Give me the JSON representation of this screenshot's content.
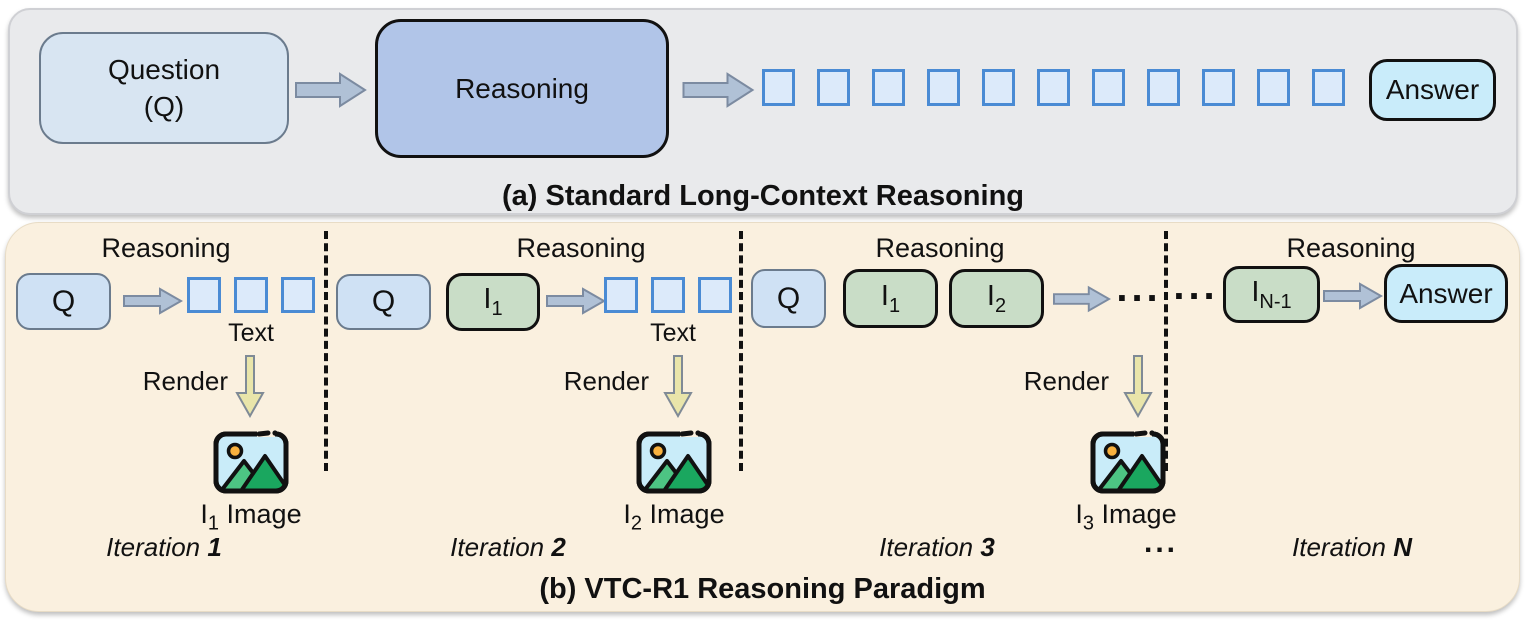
{
  "panel_a": {
    "caption": "(a) Standard Long-Context Reasoning",
    "question_box": {
      "line1": "Question",
      "line2": "(Q)"
    },
    "reasoning_box": {
      "label": "Reasoning"
    },
    "answer_box": {
      "label": "Answer"
    },
    "token_squares": {
      "count": 11
    }
  },
  "panel_b": {
    "caption": "(b) VTC-R1 Reasoning Paradigm",
    "iterations": [
      {
        "reasoning_label": "Reasoning",
        "q_label": "Q",
        "token_squares": {
          "count": 3
        },
        "text_label": "Text",
        "render_label": "Render",
        "image_caption": {
          "base": "I",
          "sub": "1",
          "word": "Image"
        },
        "iteration_label": {
          "word": "Iteration",
          "num": "1"
        }
      },
      {
        "reasoning_label": "Reasoning",
        "q_label": "Q",
        "context_boxes": [
          {
            "base": "I",
            "sub": "1"
          }
        ],
        "token_squares": {
          "count": 3
        },
        "text_label": "Text",
        "render_label": "Render",
        "image_caption": {
          "base": "I",
          "sub": "2",
          "word": "Image"
        },
        "iteration_label": {
          "word": "Iteration",
          "num": "2"
        }
      },
      {
        "reasoning_label": "Reasoning",
        "q_label": "Q",
        "context_boxes": [
          {
            "base": "I",
            "sub": "1"
          },
          {
            "base": "I",
            "sub": "2"
          }
        ],
        "post_arrow_ellipsis": "...",
        "render_label": "Render",
        "image_caption": {
          "base": "I",
          "sub": "3",
          "word": "Image"
        },
        "iteration_label": {
          "word": "Iteration",
          "num": "3"
        },
        "trailing_ellipsis": "..."
      },
      {
        "reasoning_label": "Reasoning",
        "leading_ellipsis": "...",
        "context_boxes": [
          {
            "base": "I",
            "sub": "N-1"
          }
        ],
        "answer_label": "Answer",
        "iteration_label": {
          "word": "Iteration",
          "num": "N"
        }
      }
    ]
  },
  "colors": {
    "panel_a_bg": "#e9eaec",
    "panel_b_bg": "#faf0df",
    "question_fill": "#d8e5f2",
    "reasoning_fill": "#b1c5e8",
    "answer_fill": "#c9ecfa",
    "q_fill": "#cfe1f4",
    "image_context_fill": "#c9ddc7",
    "token_border": "#4a8bd4",
    "token_fill": "#dceafa",
    "flow_arrow_fill": "#b0c1d6",
    "render_arrow_fill": "#e9e5aa",
    "icon_sky": "#c9ecf9",
    "icon_sun": "#f9b13e",
    "icon_mountain_light": "#4dc483",
    "icon_mountain_dark": "#1aa75f"
  }
}
